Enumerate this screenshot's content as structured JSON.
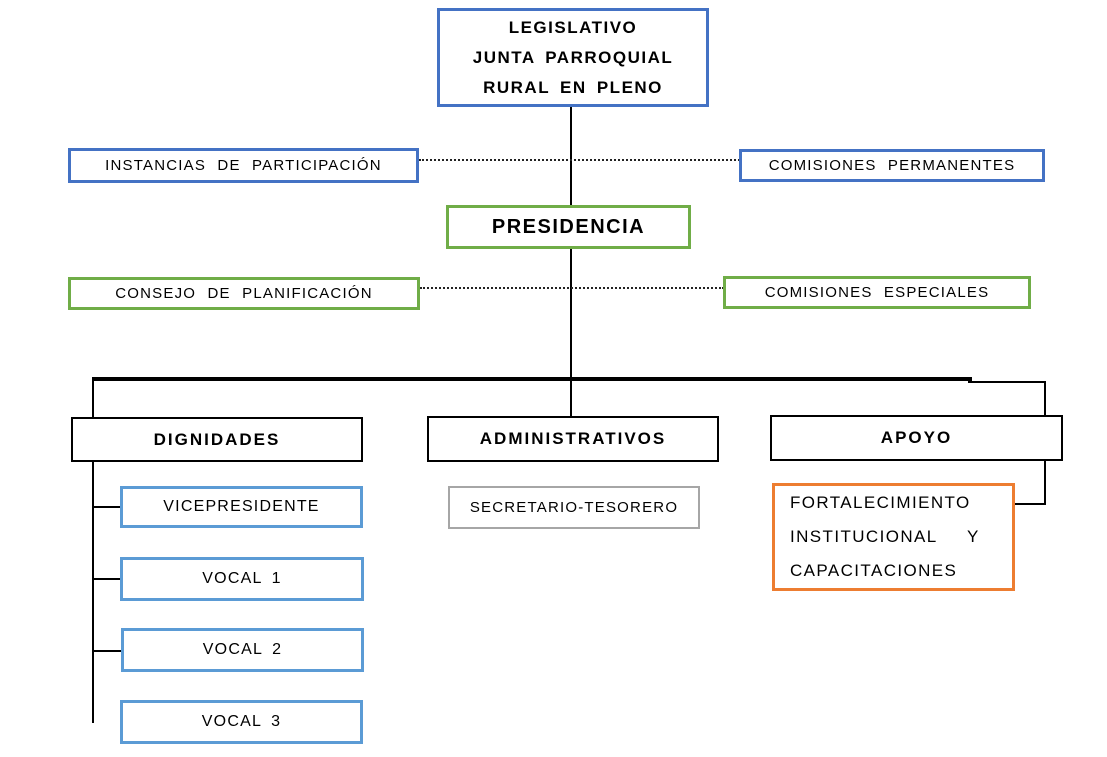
{
  "diagram": {
    "title_box": {
      "lines": [
        "LEGISLATIVO",
        "JUNTA PARROQUIAL",
        "RURAL EN PLENO"
      ]
    },
    "instancias_label": "INSTANCIAS DE PARTICIPACIÓN",
    "comisiones_permanentes_label": "COMISIONES PERMANENTES",
    "presidencia_label": "PRESIDENCIA",
    "consejo_planificacion_label": "CONSEJO DE PLANIFICACIÓN",
    "comisiones_especiales_label": "COMISIONES ESPECIALES",
    "dignidades": {
      "label": "DIGNIDADES",
      "children": [
        "VICEPRESIDENTE",
        "VOCAL 1",
        "VOCAL 2",
        "VOCAL 3"
      ]
    },
    "administrativos": {
      "label": "ADMINISTRATIVOS",
      "children": [
        "SECRETARIO-TESORERO"
      ]
    },
    "apoyo": {
      "label": "APOYO",
      "fortalecimiento_lines": [
        "FORTALECIMIENTO",
        "INSTITUCIONAL   Y",
        "CAPACITACIONES"
      ]
    }
  },
  "colors": {
    "blue": "#4472C4",
    "green": "#70AD47",
    "light_blue": "#5B9BD5",
    "orange": "#ED7D31",
    "gray": "#A6A6A6",
    "black_border": "#000000",
    "connector": "#000000",
    "dotted_connector": "#222222",
    "background": "#FFFFFF",
    "text": "#000000"
  }
}
